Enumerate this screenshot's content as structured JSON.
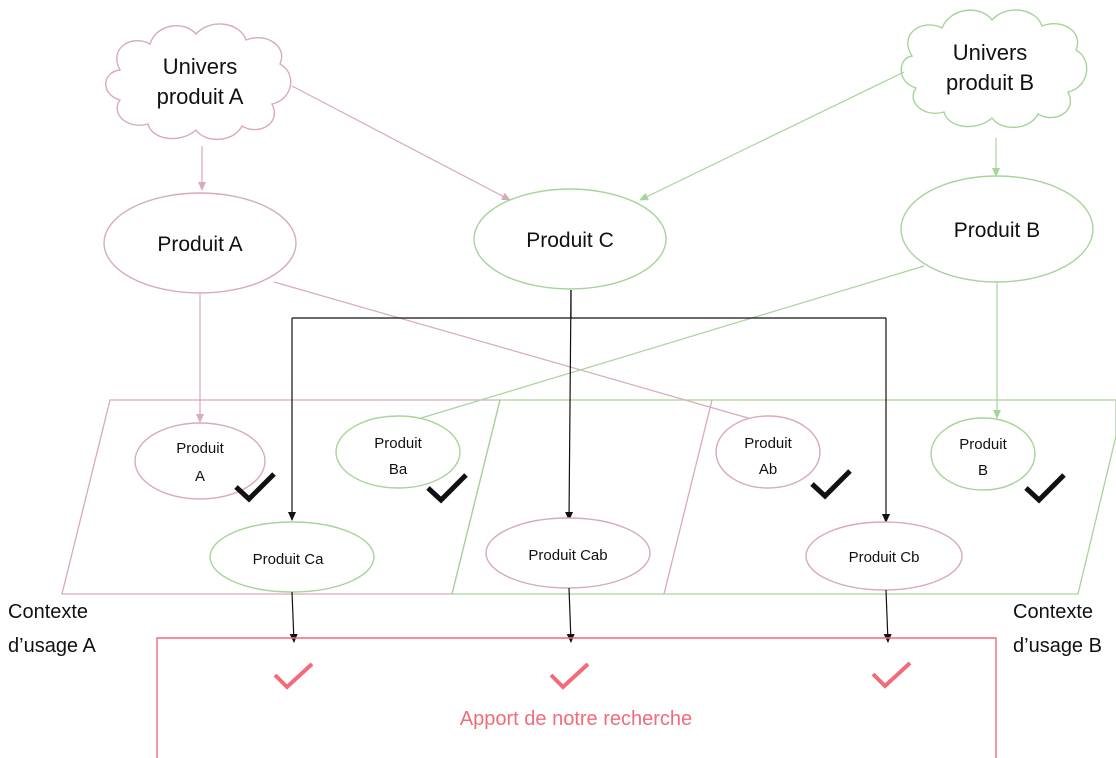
{
  "universes": {
    "a": {
      "line1": "Univers",
      "line2": "produit A"
    },
    "b": {
      "line1": "Univers",
      "line2": "produit B"
    }
  },
  "products_top": {
    "a": "Produit A",
    "c": "Produit C",
    "b": "Produit B"
  },
  "products_bottom": {
    "a": {
      "line1": "Produit",
      "line2": "A"
    },
    "ba": {
      "line1": "Produit",
      "line2": "Ba"
    },
    "ab": {
      "line1": "Produit",
      "line2": "Ab"
    },
    "b": {
      "line1": "Produit",
      "line2": "B"
    },
    "ca": "Produit Ca",
    "cab": "Produit Cab",
    "cb": "Produit Cb"
  },
  "contexts": {
    "a": {
      "line1": "Contexte",
      "line2": "d’usage A"
    },
    "b": {
      "line1": "Contexte",
      "line2": "d’usage B"
    }
  },
  "research_box": {
    "label": "Apport de notre recherche"
  },
  "colors": {
    "pink": "#d9aab9",
    "green": "#a6d49a",
    "dark": "#111111",
    "red": "#f26b7a"
  }
}
